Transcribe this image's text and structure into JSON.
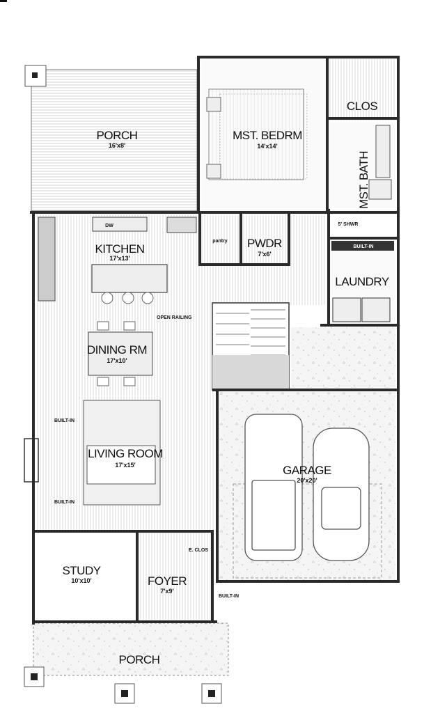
{
  "rooms": {
    "porch_back": {
      "name": "PORCH",
      "dim": "16'x8'"
    },
    "mst_bedrm": {
      "name": "MST. BEDRM",
      "dim": "14'x14'"
    },
    "clos": {
      "name": "CLOS"
    },
    "mst_bath": {
      "name": "MST. BATH"
    },
    "kitchen": {
      "name": "KITCHEN",
      "dim": "17'x13'"
    },
    "pantry": {
      "name": "pantry"
    },
    "pwdr": {
      "name": "PWDR",
      "dim": "7'x6'"
    },
    "laundry": {
      "name": "LAUNDRY"
    },
    "dining": {
      "name": "DINING RM",
      "dim": "17'x10'"
    },
    "living": {
      "name": "LIVING ROOM",
      "dim": "17'x15'"
    },
    "garage": {
      "name": "GARAGE",
      "dim": "20'x20'"
    },
    "study": {
      "name": "STUDY",
      "dim": "10'x10'"
    },
    "foyer": {
      "name": "FOYER",
      "dim": "7'x9'"
    },
    "e_clos": {
      "name": "E. CLOS"
    },
    "porch_front": {
      "name": "PORCH"
    }
  },
  "notes": {
    "dw": "DW",
    "shower": "5' SHWR",
    "laundry_builtin": "BUILT-IN",
    "open_railing": "OPEN RAILING",
    "builtin_upper": "BUILT-IN",
    "builtin_lower": "BUILT-IN",
    "builtin_foyer": "BUILT-IN"
  },
  "colors": {
    "wall": "#2a2a2a",
    "floor_wood": "#c8c8c8",
    "floor_tile": "#f0f0f0",
    "garage_fill": "#f4f4f4"
  }
}
